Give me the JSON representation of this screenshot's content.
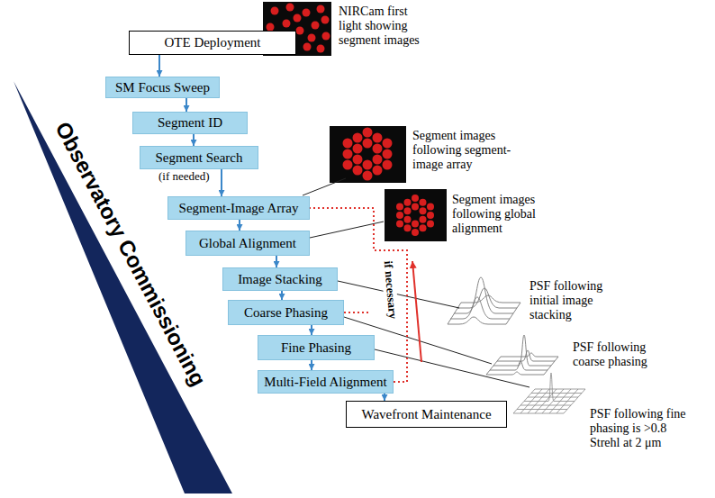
{
  "diagram": {
    "nodes": [
      {
        "text": [
          "OTE Deployment"
        ]
      },
      {
        "text": [
          "SM Focus Sweep"
        ]
      },
      {
        "text": [
          "Segment ID"
        ]
      },
      {
        "text": [
          "Segment Search"
        ]
      },
      {
        "text": [
          "Segment-Image Array"
        ]
      },
      {
        "text": [
          "Global Alignment"
        ]
      },
      {
        "text": [
          "Image Stacking"
        ]
      },
      {
        "text": [
          "Coarse Phasing"
        ]
      },
      {
        "text": [
          "Fine Phasing"
        ]
      },
      {
        "text": [
          "Multi-Field Alignment"
        ]
      },
      {
        "text": [
          "Wavefront Maintenance"
        ]
      }
    ],
    "edges": [
      {
        "from": 0,
        "to": 1,
        "arrow": "to"
      },
      {
        "from": 1,
        "to": 2,
        "arrow": "to"
      },
      {
        "from": 2,
        "to": 3,
        "arrow": "to"
      },
      {
        "from": 3,
        "to": 4,
        "arrow": "to"
      },
      {
        "from": 4,
        "to": 5,
        "arrow": "to"
      },
      {
        "from": 5,
        "to": 6,
        "arrow": "to"
      },
      {
        "from": 6,
        "to": 7,
        "arrow": "to"
      },
      {
        "from": 7,
        "to": 8,
        "arrow": "to"
      },
      {
        "from": 8,
        "to": 9,
        "arrow": "to"
      },
      {
        "from": 9,
        "to": 10,
        "arrow": "to"
      },
      {
        "from": 9,
        "to": 4,
        "arrow": "none"
      }
    ],
    "labels": [
      "(if needed)",
      "NIRCam first light showing segment images",
      "Segment images following segment-image array",
      "Segment images following global alignment",
      "PSF following initial image stacking",
      "PSF following coarse phasing",
      "PSF following fine phasing is >0.8 Strehl at 2 μm",
      "if necessary",
      "Observatory Commissioning"
    ]
  }
}
